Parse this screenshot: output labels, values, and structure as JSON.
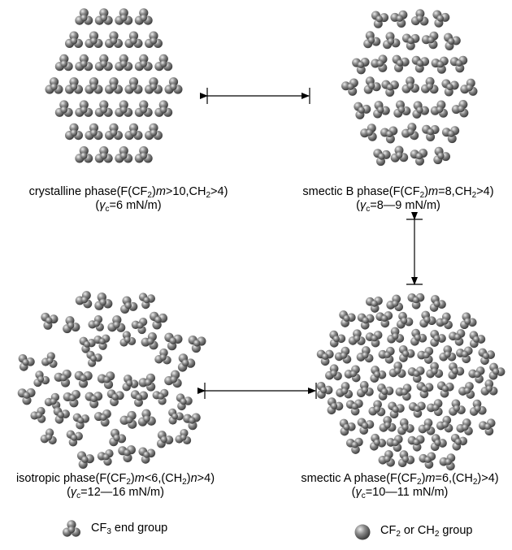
{
  "phases": {
    "crystalline": {
      "line1": [
        "crystalline phase(F(CF",
        "2",
        ")",
        "m",
        ">10,CH",
        "2",
        ">4)"
      ],
      "line2": [
        "(",
        "γ",
        "c",
        "=6 mN/m)"
      ]
    },
    "smectic_b": {
      "line1": [
        "smectic B phase(F(CF",
        "2",
        ")",
        "m",
        "=8,CH",
        "2",
        ">4)"
      ],
      "line2": [
        "(",
        "γ",
        "c",
        "=8—9 mN/m)"
      ]
    },
    "isotropic": {
      "line1": [
        "isotropic phase(F(CF",
        "2",
        ")",
        "m",
        "<6,(CH",
        "2",
        ")",
        "n",
        ">4)"
      ],
      "line2": [
        "(",
        "γ",
        "c",
        "=12—16 mN/m)"
      ]
    },
    "smectic_a": {
      "line1": [
        "smectic A phase(F(CF",
        "2",
        ")",
        "m",
        "=6,(CH",
        "2",
        ")>4)"
      ],
      "line2": [
        "(",
        "γ",
        "c",
        "=10—11 mN/m)"
      ]
    }
  },
  "legend": {
    "cf3": [
      "CF",
      "3",
      " end group"
    ],
    "cf2": [
      "CF",
      "2",
      " or CH",
      "2",
      " group"
    ]
  },
  "colors": {
    "molecule": "#8a8a8a",
    "molecule_dark": "#3a3a3a",
    "arrow": "#000000"
  }
}
